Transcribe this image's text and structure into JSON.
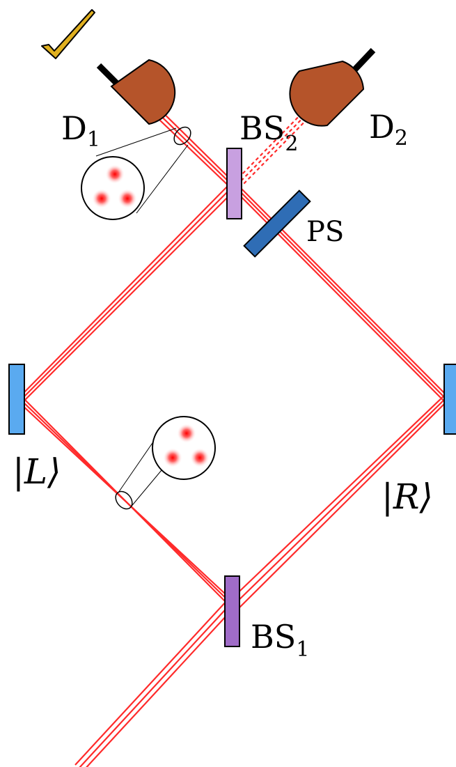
{
  "labels": {
    "d1": {
      "main": "D",
      "sub": "1"
    },
    "d2": {
      "main": "D",
      "sub": "2"
    },
    "bs1": {
      "main": "BS",
      "sub": "1"
    },
    "bs2": {
      "main": "BS",
      "sub": "2"
    },
    "ps": "PS",
    "ket_l": "|L⟩",
    "ket_r": "|R⟩"
  },
  "colors": {
    "beam": "#ff2a2a",
    "detector": "#b5542a",
    "beam_splitter": "#c8a0e0",
    "beam_splitter_bs1": "#a06cc8",
    "phase_shifter": "#2f6db5",
    "mirror": "#5aaaf0",
    "checkmark": "#e0b020"
  },
  "icons": {
    "checkmark": "checkmark-icon",
    "detector": "detector-icon"
  }
}
